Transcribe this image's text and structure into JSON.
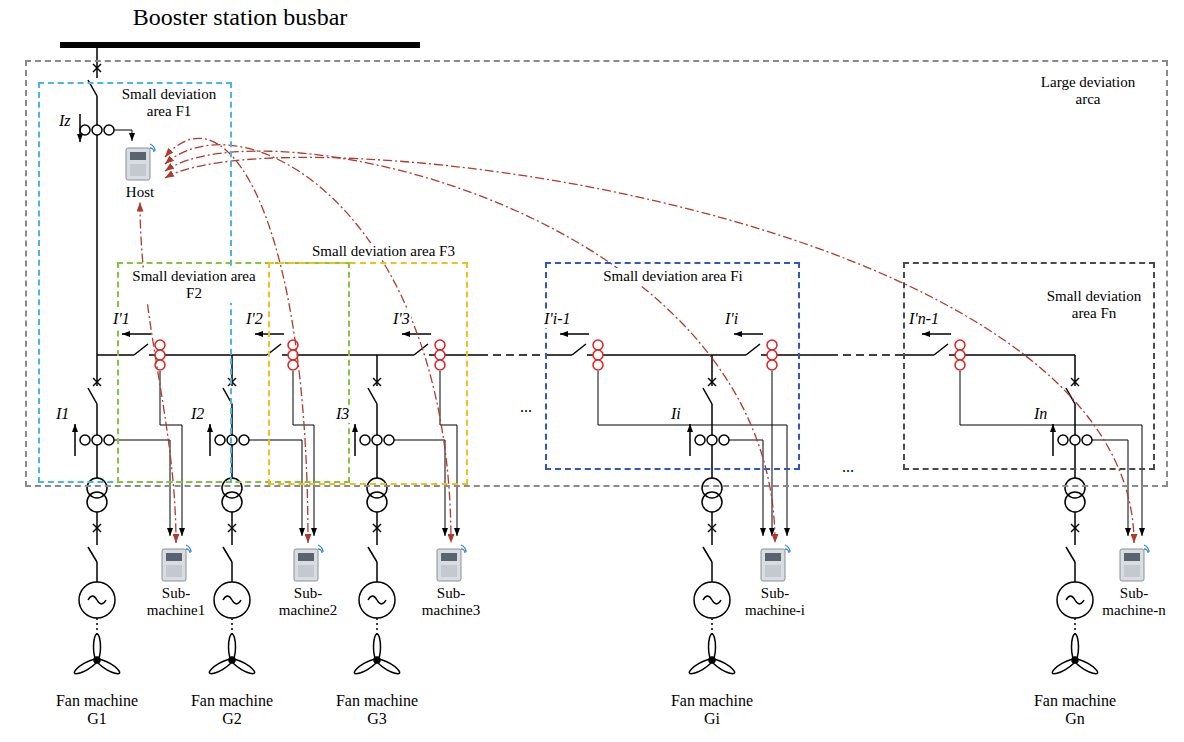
{
  "diagram": {
    "nodes": [
      {
        "text": [
          "Large deviation arca"
        ]
      },
      {
        "text": [
          "Small deviation area F1"
        ],
        "in": 0
      },
      {
        "text": [
          "Host"
        ],
        "in": 1
      },
      {
        "text": [
          "Small deviation area F2"
        ],
        "in": 0
      },
      {
        "text": [
          "Small deviation area F3"
        ],
        "in": 0
      },
      {
        "text": [
          "Small deviation area Fi"
        ],
        "in": 0
      },
      {
        "text": [
          "Small deviation area Fn"
        ],
        "in": 0
      },
      {
        "text": [
          "Sub-machine1"
        ]
      },
      {
        "text": [
          "Sub-machine2"
        ]
      },
      {
        "text": [
          "Sub-machine3"
        ]
      },
      {
        "text": [
          "Sub-machine-i"
        ]
      },
      {
        "text": [
          "Sub-machine-n"
        ]
      }
    ],
    "edges": [
      {
        "from": 2,
        "to": 7,
        "arrow": "both"
      },
      {
        "from": 2,
        "to": 8,
        "arrow": "both"
      },
      {
        "from": 2,
        "to": 9,
        "arrow": "both"
      },
      {
        "from": 2,
        "to": 10,
        "arrow": "both"
      },
      {
        "from": 2,
        "to": 11,
        "arrow": "both"
      }
    ],
    "labels": [
      "Booster station busbar",
      "Iz",
      "I'1",
      "I'2",
      "I'3",
      "I'i-1",
      "I'i",
      "I'n-1",
      "I1",
      "I2",
      "I3",
      "Ii",
      "In",
      "...",
      "...",
      "Fan machine G1",
      "Fan machine G2",
      "Fan machine G3",
      "Fan machine Gi",
      "Fan machine Gn"
    ]
  }
}
